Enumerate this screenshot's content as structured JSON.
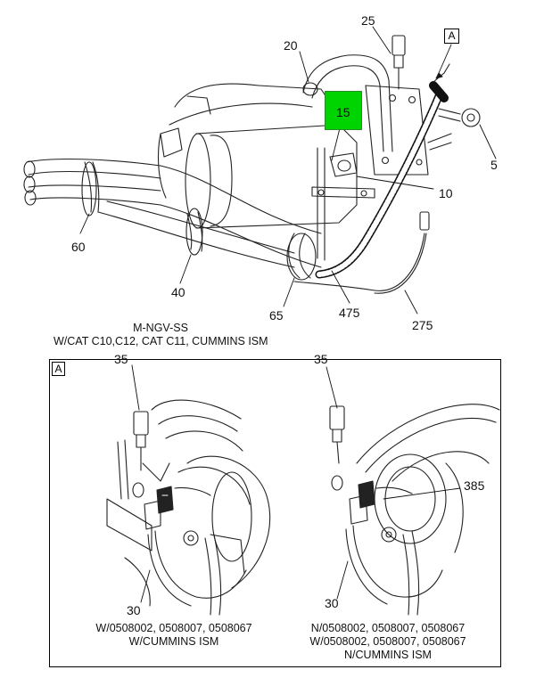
{
  "main_view": {
    "callouts": {
      "c25": "25",
      "c20": "20",
      "c15": "15",
      "c5": "5",
      "c10": "10",
      "c60": "60",
      "c40": "40",
      "c65": "65",
      "c475": "475",
      "c275": "275",
      "ref_a": "A"
    },
    "caption_line1": "M-NGV-SS",
    "caption_line2": "W/CAT C10,C12, CAT C11, CUMMINS ISM",
    "highlight_color": "#00d400"
  },
  "detail_view": {
    "tag": "A",
    "left": {
      "callout_top": "35",
      "callout_bottom": "30",
      "caption_line1": "W/0508002, 0508007, 0508067",
      "caption_line2": "W/CUMMINS ISM"
    },
    "right": {
      "callout_top": "35",
      "callout_side": "385",
      "callout_bottom": "30",
      "caption_line1": "N/0508002, 0508007, 0508067",
      "caption_line2": "W/0508002, 0508007, 0508067",
      "caption_line3": "N/CUMMINS ISM"
    }
  }
}
